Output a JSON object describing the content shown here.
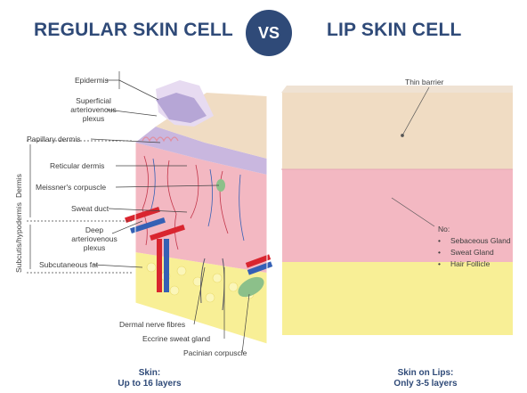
{
  "header": {
    "left_title": "REGULAR SKIN CELL",
    "vs_label": "VS",
    "right_title": "LIP SKIN CELL"
  },
  "left_labels": {
    "epidermis": "Epidermis",
    "superficial_plexus": [
      "Superficial",
      "arteriovenous",
      "plexus"
    ],
    "papillary_dermis": "Papillary dermis",
    "reticular_dermis": "Reticular dermis",
    "meissners_corpuscle": "Meissner's corpuscle",
    "sweat_duct": "Sweat duct",
    "deep_plexus": [
      "Deep",
      "arteriovenous",
      "plexus"
    ],
    "subcutaneous_fat": "Subcutaneous fat",
    "dermal_nerve_fibres": "Dermal nerve fibres",
    "eccrine_sweat_gland": "Eccrine sweat gland",
    "pacinian_corpuscle": "Pacinian corpuscle"
  },
  "vertical_labels": {
    "dermis": "Dermis",
    "subcutis": "Subcutis/hypodermis"
  },
  "right_labels": {
    "thin_barrier": "Thin barrier",
    "no_heading": "No:",
    "no_items": [
      "Sebaceous Gland",
      "Sweat Gland",
      "Hair Follicle"
    ],
    "bullet": "•"
  },
  "captions": {
    "left": [
      "Skin:",
      "Up to 16 layers"
    ],
    "right": [
      "Skin on Lips:",
      "Only 3-5 layers"
    ]
  },
  "colors": {
    "title_blue": "#2f4a78",
    "epidermis_purple": "#b6a6d6",
    "dermis_pink": "#f3b8c2",
    "fat_yellow": "#f8ef96",
    "skin_top": "#f0dcc3",
    "artery_red": "#d9252f",
    "vein_blue": "#3560b5",
    "gland_green": "#8cc08a"
  }
}
